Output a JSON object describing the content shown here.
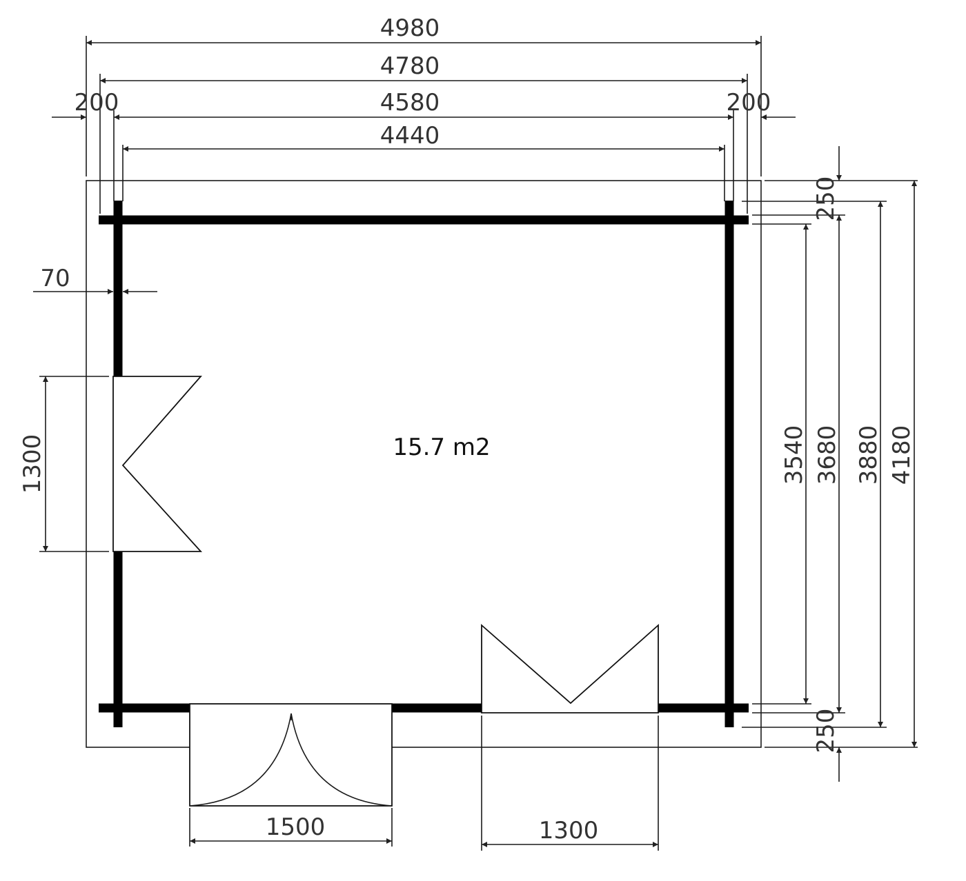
{
  "plan": {
    "area_label": "15.7 m2",
    "top_dims": {
      "overall": "4980",
      "roof": "4780",
      "walls_outer": "4580",
      "walls_inner": "4440",
      "overhang_left": "200",
      "overhang_right": "200"
    },
    "right_dims": {
      "inner": "3540",
      "wall": "3680",
      "base": "3880",
      "overall": "4180",
      "overhang_top": "250",
      "overhang_bottom": "250"
    },
    "left_dims": {
      "wall_thickness": "70",
      "window_width": "1300"
    },
    "bottom_dims": {
      "door_width": "1500",
      "window_width": "1300"
    }
  }
}
